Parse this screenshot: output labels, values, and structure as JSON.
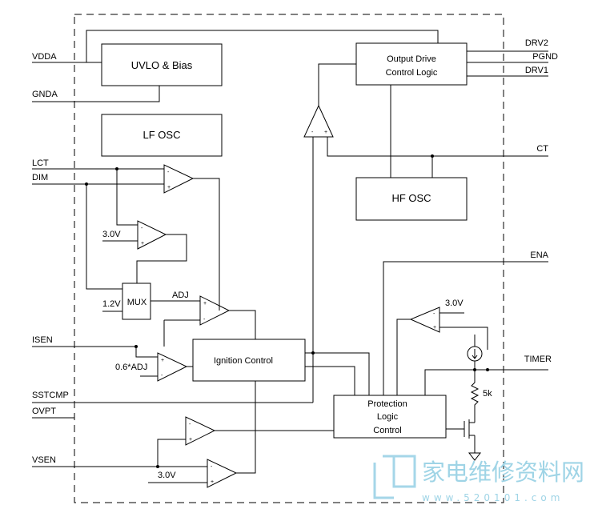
{
  "blocks": {
    "uvlo": "UVLO & Bias",
    "lf_osc": "LF OSC",
    "output_drive_1": "Output Drive",
    "output_drive_2": "Control Logic",
    "hf_osc": "HF OSC",
    "ignition": "Ignition Control",
    "protection_1": "Protection",
    "protection_2": "Logic",
    "protection_3": "Control",
    "mux": "MUX"
  },
  "pins": {
    "vdda": "VDDA",
    "gnda": "GNDA",
    "lct": "LCT",
    "dim": "DIM",
    "isen": "ISEN",
    "sstcmp": "SSTCMP",
    "ovpt": "OVPT",
    "vsen": "VSEN",
    "drv2": "DRV2",
    "pgnd": "PGND",
    "drv1": "DRV1",
    "ct": "CT",
    "ena": "ENA",
    "timer": "TIMER"
  },
  "labels": {
    "v30_a": "3.0V",
    "v12": "1.2V",
    "adj": "ADJ",
    "adj06": "0.6*ADJ",
    "v30_b": "3.0V",
    "v30_c": "3.0V",
    "r5k": "5k"
  },
  "watermark": {
    "cn": "家电维修资料网",
    "url": "www.520101.com"
  }
}
